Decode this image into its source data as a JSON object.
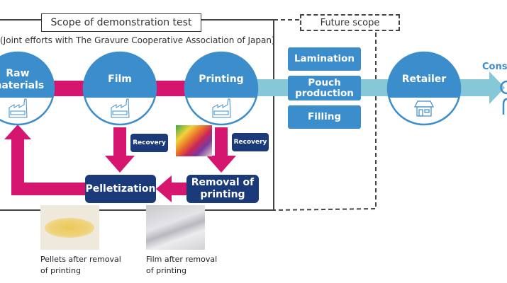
{
  "scope": {
    "title": "Scope of demonstration test",
    "subtitle": "(Joint efforts with The Gravure Cooperative Association of Japan)"
  },
  "future_scope": {
    "title": "Future scope"
  },
  "nodes": [
    {
      "id": "raw-materials",
      "label_line1": "Raw",
      "label_line2": "materials",
      "icon": "factory-icon"
    },
    {
      "id": "film",
      "label": "Film",
      "icon": "factory-icon"
    },
    {
      "id": "printing",
      "label": "Printing",
      "icon": "factory-icon"
    },
    {
      "id": "retailer",
      "label": "Retailer",
      "icon": "store-icon"
    }
  ],
  "future_steps": [
    {
      "label": "Lamination"
    },
    {
      "label_line1": "Pouch",
      "label_line2": "production"
    },
    {
      "label": "Filling"
    }
  ],
  "recycling": {
    "recovery_1": "Recovery",
    "recovery_2": "Recovery",
    "pelletization": "Pelletization",
    "removal_line1": "Removal of",
    "removal_line2": "printing"
  },
  "consumer": {
    "label": "Cons",
    "icon": "person-icon"
  },
  "captions": {
    "pellets_line1": "Pellets after removal",
    "pellets_line2": "of printing",
    "film_line1": "Film after removal",
    "film_line2": "of printing"
  },
  "colors": {
    "primary_blue": "#3c8dcb",
    "navy": "#1b3a7a",
    "magenta": "#d6156f",
    "light_blue_arrow": "#86c8d8"
  }
}
